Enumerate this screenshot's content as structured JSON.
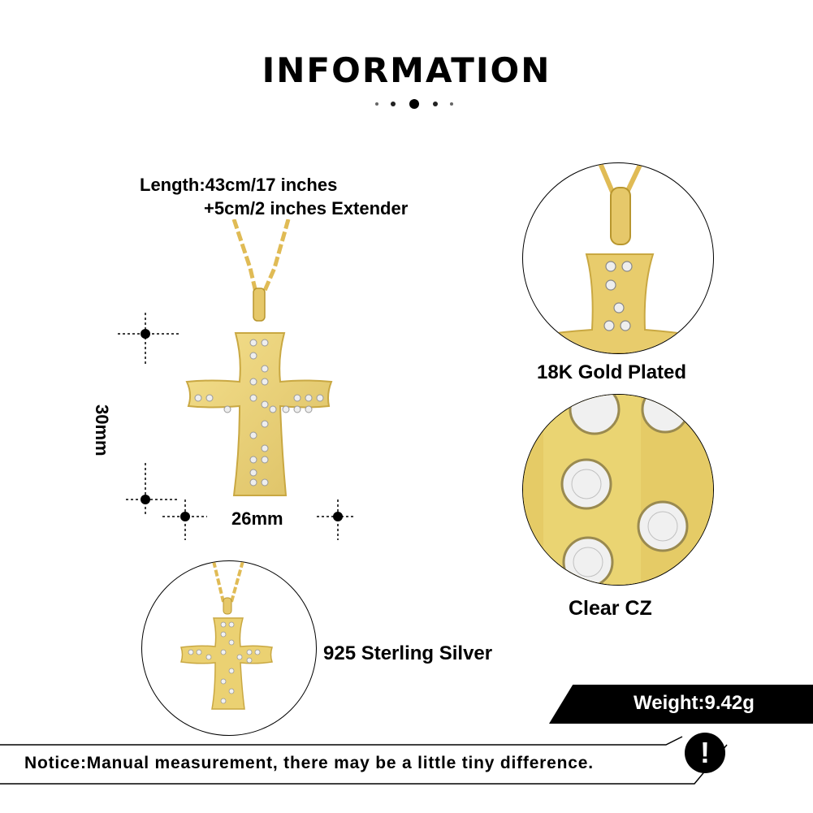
{
  "header": {
    "title": "INFORMATION"
  },
  "specs": {
    "length_line1": "Length:43cm/17 inches",
    "length_line2": "+5cm/2 inches Extender",
    "height": "30mm",
    "width": "26mm"
  },
  "features": {
    "plating": "18K Gold Plated",
    "stone": "Clear CZ",
    "material": "925 Sterling Silver"
  },
  "weight": {
    "label": "Weight:9.42g"
  },
  "notice": {
    "text": "Notice:Manual measurement, there may be a little tiny difference."
  },
  "colors": {
    "gold": "#e9cf6f",
    "gold_dark": "#c9a842",
    "accent": "#000000"
  },
  "icons": [
    "exclamation-icon",
    "crosshair-icon",
    "dots-divider-icon"
  ]
}
